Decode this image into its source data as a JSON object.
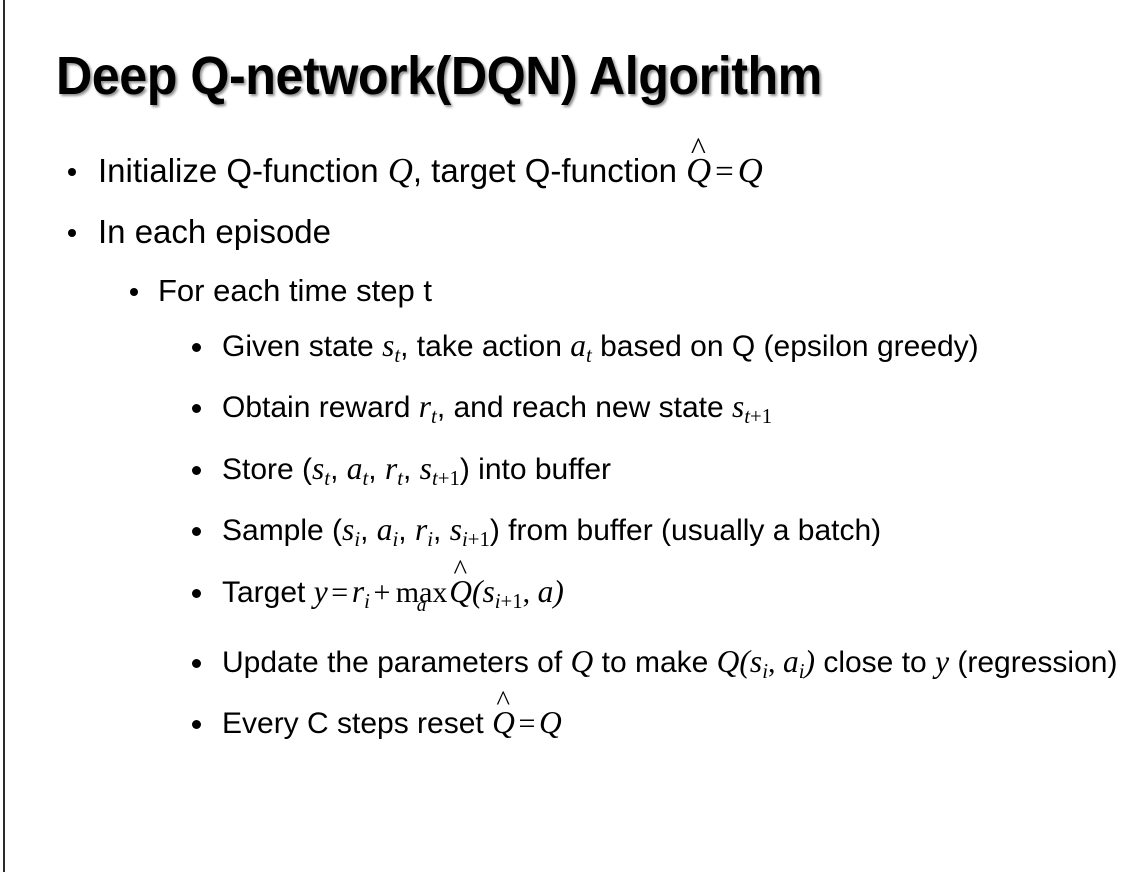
{
  "slide": {
    "title": "Deep Q-network(DQN) Algorithm",
    "background_color": "#ffffff",
    "text_color": "#000000",
    "edge_color": "#2b2b2b"
  },
  "bullets": {
    "initialize": {
      "pre": "Initialize Q-function ",
      "q1": "Q",
      "mid": ", target Q-function ",
      "qhat": "Q",
      "hat": "^",
      "eq": "=",
      "q2": "Q"
    },
    "episode": {
      "text": "In each episode"
    },
    "timestep": {
      "text": "For each time step t"
    },
    "given_state": {
      "pre": "Given state ",
      "s": "s",
      "s_sub": "t",
      "mid": ", take action ",
      "a": "a",
      "a_sub": "t",
      "post": " based on Q (epsilon greedy)"
    },
    "obtain_reward": {
      "pre": "Obtain reward ",
      "r": "r",
      "r_sub": "t",
      "mid": ", and reach new state ",
      "s": "s",
      "s_sub_italic": "t",
      "s_sub_upright": "+1"
    },
    "store": {
      "pre": "Store (",
      "s1": "s",
      "s1_sub": "t",
      "sep1": ", ",
      "a1": "a",
      "a1_sub": "t",
      "sep2": ", ",
      "r1": "r",
      "r1_sub": "t",
      "sep3": ", ",
      "s2": "s",
      "s2_sub_italic": "t",
      "s2_sub_upright": "+1",
      "post": ") into buffer"
    },
    "sample": {
      "pre": "Sample (",
      "s1": "s",
      "s1_sub": "i",
      "sep1": ", ",
      "a1": "a",
      "a1_sub": "i",
      "sep2": ", ",
      "r1": "r",
      "r1_sub": "i",
      "sep3": ", ",
      "s2": "s",
      "s2_sub_italic": "i",
      "s2_sub_upright": "+1",
      "post": ") from buffer (usually a batch)"
    },
    "target": {
      "pre": "Target ",
      "y": "y",
      "eq": "=",
      "r": "r",
      "r_sub": "i",
      "plus": "+",
      "max_label": "max",
      "max_sub": "a",
      "qhat": "Q",
      "hat": "^",
      "paren_open": "(",
      "s": "s",
      "s_sub_italic": "i",
      "s_sub_upright": "+1",
      "comma": ", ",
      "a": "a",
      "paren_close": ")"
    },
    "update": {
      "pre": "Update the parameters of ",
      "q1": "Q",
      "mid": " to make ",
      "q2": "Q",
      "paren_open": "(",
      "s": "s",
      "s_sub": "i",
      "comma": ", ",
      "a": "a",
      "a_sub": "i",
      "paren_close": ")",
      "post": " close to ",
      "y": "y",
      "tail": " (regression)"
    },
    "reset": {
      "pre": "Every C steps reset ",
      "qhat": "Q",
      "hat": "^",
      "eq": "=",
      "q": "Q"
    }
  }
}
